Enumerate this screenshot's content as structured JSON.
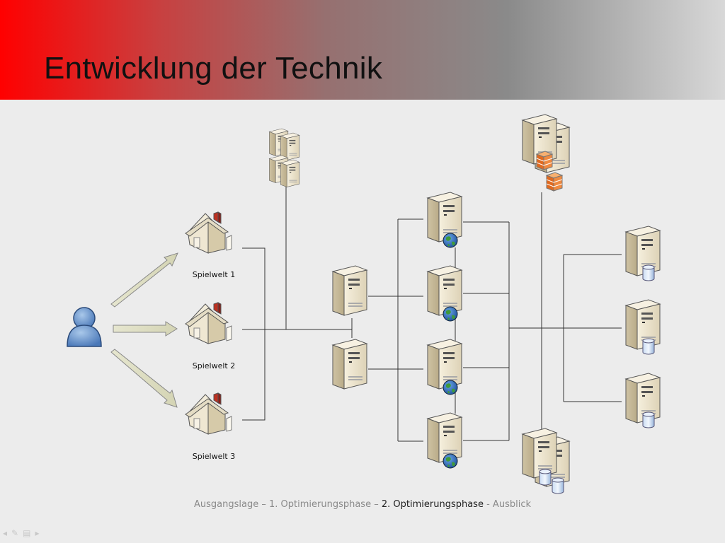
{
  "slide": {
    "title": "Entwicklung der Technik"
  },
  "diagram": {
    "worlds": [
      {
        "label": "Spielwelt 1"
      },
      {
        "label": "Spielwelt 2"
      },
      {
        "label": "Spielwelt 3"
      }
    ]
  },
  "footer": {
    "items": [
      {
        "label": "Ausgangslage",
        "active": false
      },
      {
        "label": "1. Optimierungsphase",
        "active": false
      },
      {
        "label": "2. Optimierungsphase",
        "active": true
      },
      {
        "label": "- Ausblick",
        "active": false
      }
    ],
    "separator": "–"
  },
  "colors": {
    "header_left": "#ff0000",
    "header_right": "#d8d8d8",
    "server_body": "#efe6cf",
    "line": "#333333"
  }
}
